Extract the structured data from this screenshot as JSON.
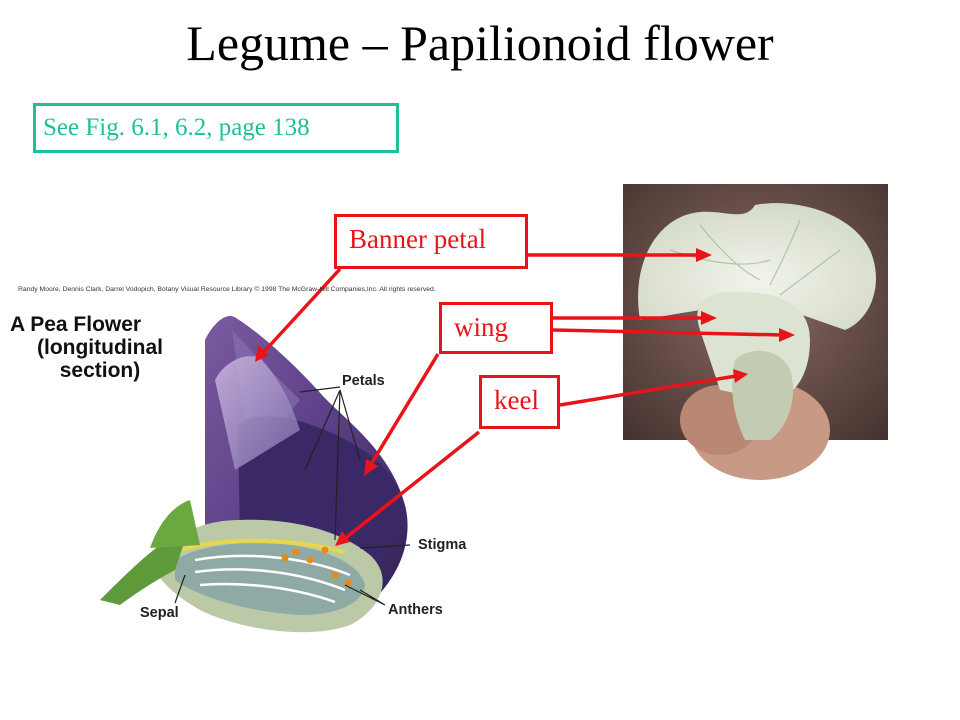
{
  "slide": {
    "title": "Legume – Papilionoid flower",
    "reference": "See Fig. 6.1, 6.2, page 138"
  },
  "callouts": {
    "banner": "Banner petal",
    "wing": "wing",
    "keel": "keel"
  },
  "illustration": {
    "credit": "Randy Moore, Dennis Clark, Darrel Vodopich, Botany Visual Resource Library © 1998 The McGraw-Hill Companies,Inc. All rights reserved.",
    "heading_lines": [
      "A Pea Flower",
      "(longitudinal",
      "section)"
    ],
    "labels": {
      "petals": "Petals",
      "stigma": "Stigma",
      "sepal": "Sepal",
      "anthers": "Anthers"
    }
  },
  "colors": {
    "accent_red": "#e8141a",
    "reference_teal": "#1fbf9a"
  }
}
